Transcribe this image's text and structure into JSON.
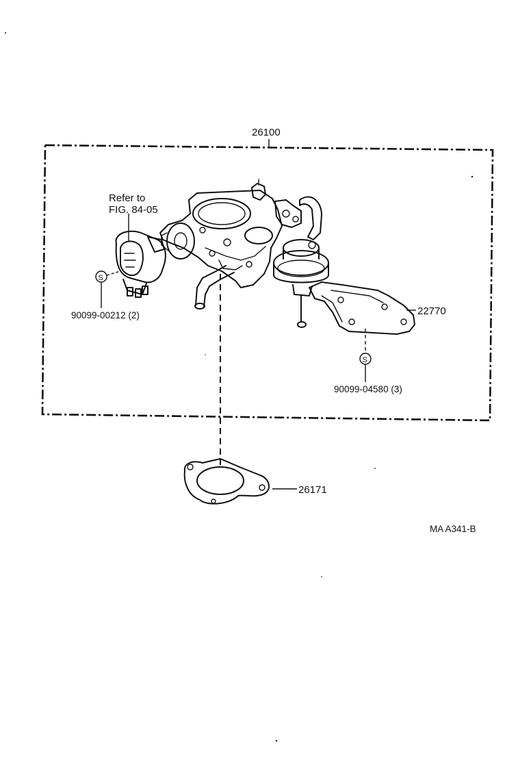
{
  "labels": {
    "assembly": "26100",
    "refer_line1": "Refer to",
    "refer_line2": "FIG. 84-05",
    "screw_left": "90099-00212 (2)",
    "bracket": "22770",
    "screw_right": "90099-04580 (3)",
    "gasket": "26171",
    "drawing_code": "MA  A341-B"
  },
  "symbols": {
    "screw_marker": "S"
  }
}
